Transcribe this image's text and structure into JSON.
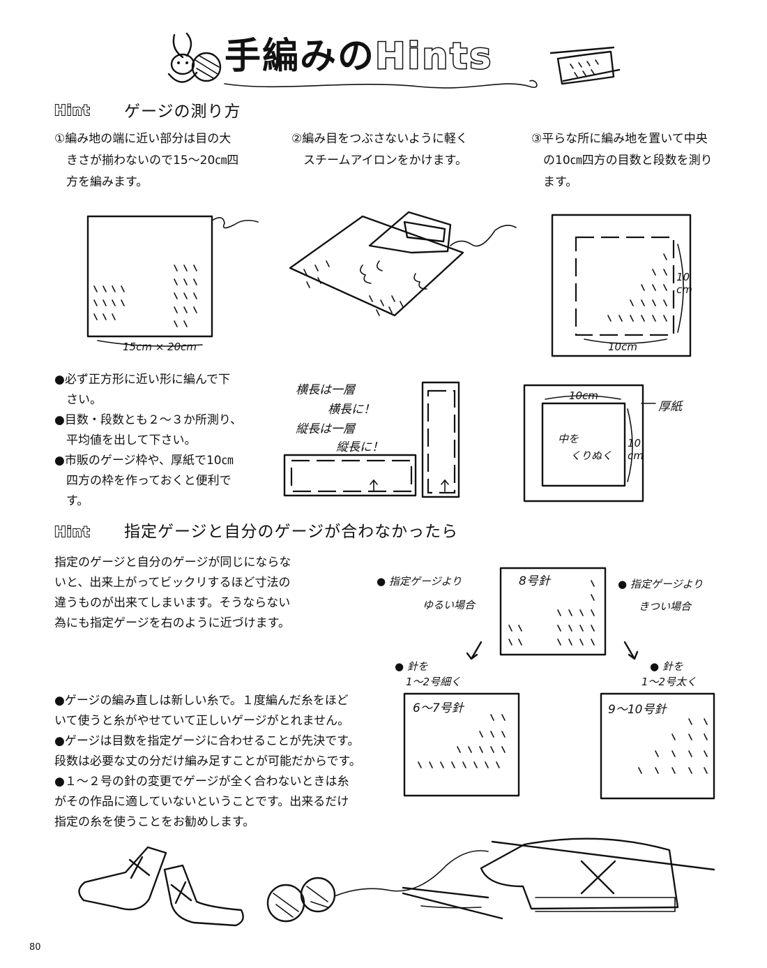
{
  "header": {
    "title_jp": "手編みの",
    "title_en": "Hints"
  },
  "section1": {
    "tag": "Hint",
    "heading": "ゲージの測り方",
    "steps": [
      {
        "lines": [
          "①編み地の端に近い部分は目の大",
          "　きさが揃わないので15～20㎝四",
          "　方を編みます。"
        ]
      },
      {
        "lines": [
          "②編み目をつぶさないように軽く",
          "　スチームアイロンをかけます。"
        ]
      },
      {
        "lines": [
          "③平らな所に編み地を置いて中央",
          "　の10㎝四方の目数と段数を測り",
          "　ます。"
        ]
      }
    ],
    "illus_labels": {
      "swatch_size": "15cm × 20cm",
      "measure_h": "10cm",
      "measure_v": "10\ncm"
    },
    "bullets": [
      {
        "lines": [
          "●必ず正方形に近い形に編んで下",
          "　さい。"
        ]
      },
      {
        "lines": [
          "●目数・段数とも２～３か所測り、",
          "　平均値を出して下さい。"
        ]
      },
      {
        "lines": [
          "●市販のゲージ枠や、厚紙で10㎝",
          "　四方の枠を作っておくと便利で",
          "　す。"
        ]
      }
    ],
    "hand_notes": {
      "yoko1": "横長は一層",
      "yoko2": "横長に！",
      "tate1": "縦長は一層",
      "tate2": "縦長に！",
      "frame_top": "10cm",
      "frame_side": "10\ncm",
      "cardboard": "厚紙",
      "cut1": "中を",
      "cut2": "くりぬく"
    }
  },
  "section2": {
    "tag": "Hint",
    "heading": "指定ゲージと自分のゲージが合わなかったら",
    "intro": [
      "指定のゲージと自分のゲージが同じにならな",
      "いと、出来上がってビックリするほど寸法の",
      "違うものが出来てしまいます。そうならない",
      "為にも指定ゲージを右のように近づけます。"
    ],
    "diagram": {
      "loose1": "● 指定ゲージより",
      "loose2": "ゆるい場合",
      "tight1": "● 指定ゲージより",
      "tight2": "きつい場合",
      "center_needle": "8号針",
      "thinner1": "● 針を",
      "thinner2": "1～2号細く",
      "thicker1": "● 針を",
      "thicker2": "1～2号太く",
      "left_needle": "6～7号針",
      "right_needle": "9～10号針"
    },
    "notes": [
      "●ゲージの編み直しは新しい糸で。１度編んだ糸をほど",
      "いて使うと糸がやせていて正しいゲージがとれません。",
      "●ゲージは目数を指定ゲージに合わせることが先決です。",
      "段数は必要な丈の分だけ編み足すことが可能だからです。",
      "●１～２号の針の変更でゲージが全く合わないときは糸",
      "がその作品に適していないということです。出来るだけ",
      "指定の糸を使うことをお勧めします。"
    ]
  },
  "page_number": "80"
}
